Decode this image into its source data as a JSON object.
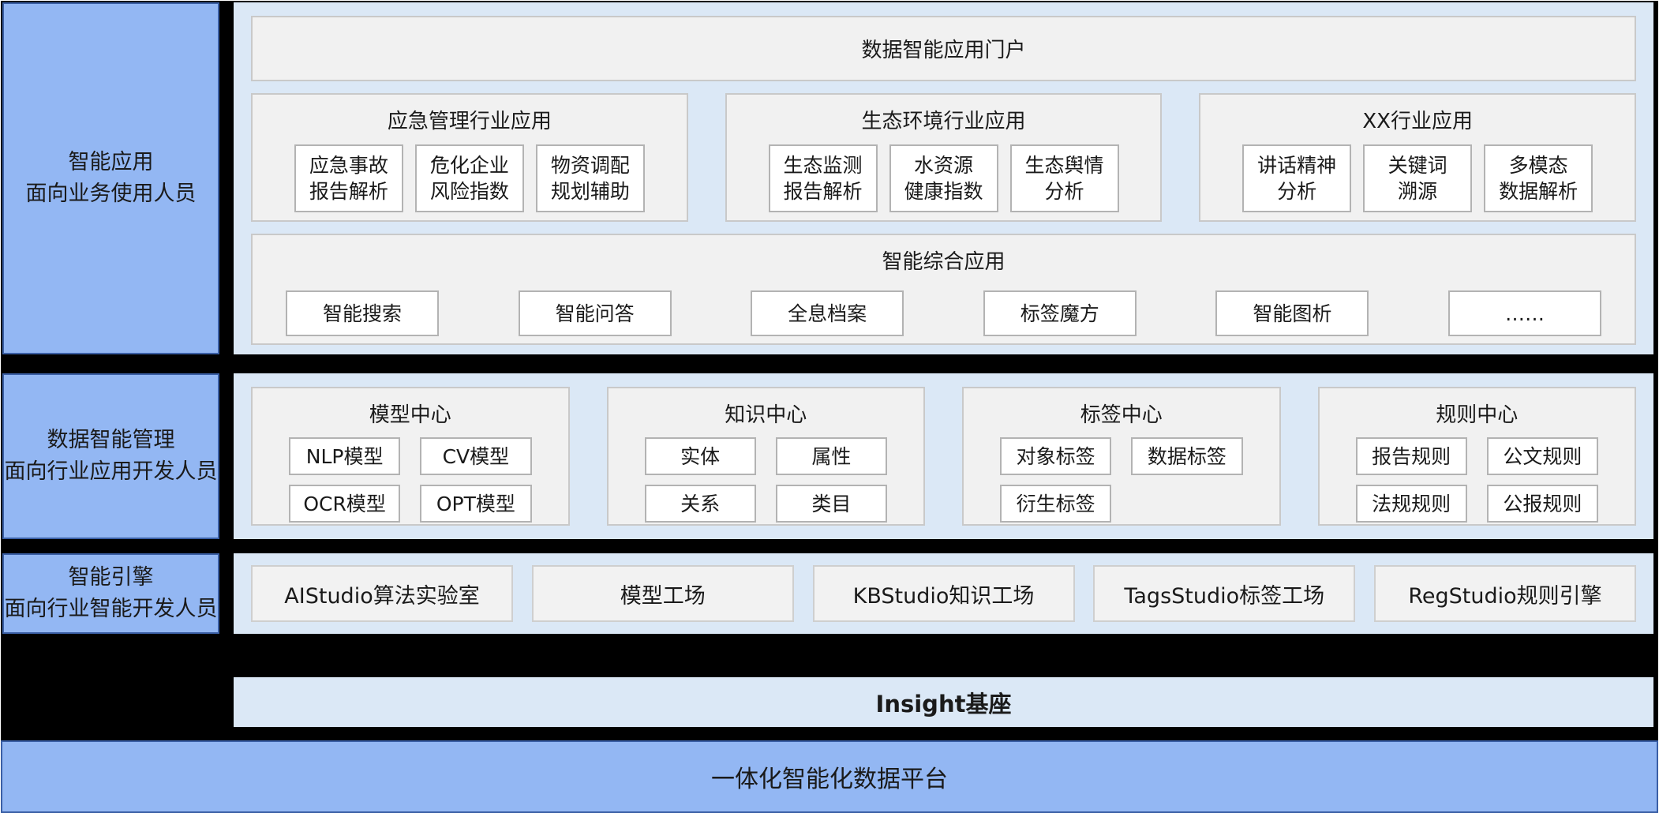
{
  "colors": {
    "page_bg": "#000000",
    "band_bg": "#dbe8f6",
    "sidebar_fill": "#93b7f3",
    "sidebar_border": "#3a5fa5",
    "section_bg": "#f1f1f1",
    "section_border": "#c9c9c9",
    "card_bg": "#ffffff",
    "card_border": "#b3b3b3",
    "engine_card_bg": "#f2f2f2",
    "engine_card_border": "#cfcfcf",
    "platform_fill": "#93b7f3",
    "platform_border": "#3a5fa5",
    "text": "#1a1a1a"
  },
  "sidebar": {
    "blocks": [
      {
        "title": "智能应用",
        "subtitle": "面向业务使用人员"
      },
      {
        "title": "数据智能管理",
        "subtitle": "面向行业应用开发人员"
      },
      {
        "title": "智能引擎",
        "subtitle": "面向行业智能开发人员"
      }
    ]
  },
  "portal": {
    "title": "数据智能应用门户"
  },
  "industry_sections": [
    {
      "title": "应急管理行业应用",
      "cards": [
        "应急事故\n报告解析",
        "危化企业\n风险指数",
        "物资调配\n规划辅助"
      ]
    },
    {
      "title": "生态环境行业应用",
      "cards": [
        "生态监测\n报告解析",
        "水资源\n健康指数",
        "生态舆情\n分析"
      ]
    },
    {
      "title": "XX行业应用",
      "cards": [
        "讲话精神\n分析",
        "关键词\n溯源",
        "多模态\n数据解析"
      ]
    }
  ],
  "comprehensive": {
    "title": "智能综合应用",
    "cards": [
      "智能搜索",
      "智能问答",
      "全息档案",
      "标签魔方",
      "智能图析",
      "……"
    ]
  },
  "centers": [
    {
      "title": "模型中心",
      "cards": [
        "NLP模型",
        "CV模型",
        "OCR模型",
        "OPT模型"
      ]
    },
    {
      "title": "知识中心",
      "cards": [
        "实体",
        "属性",
        "关系",
        "类目"
      ]
    },
    {
      "title": "标签中心",
      "cards": [
        "对象标签",
        "数据标签",
        "衍生标签"
      ]
    },
    {
      "title": "规则中心",
      "cards": [
        "报告规则",
        "公文规则",
        "法规规则",
        "公报规则"
      ]
    }
  ],
  "engines": [
    "AIStudio算法实验室",
    "模型工场",
    "KBStudio知识工场",
    "TagsStudio标签工场",
    "RegStudio规则引擎"
  ],
  "insight": {
    "title": "Insight基座"
  },
  "platform": {
    "title": "一体化智能化数据平台"
  }
}
